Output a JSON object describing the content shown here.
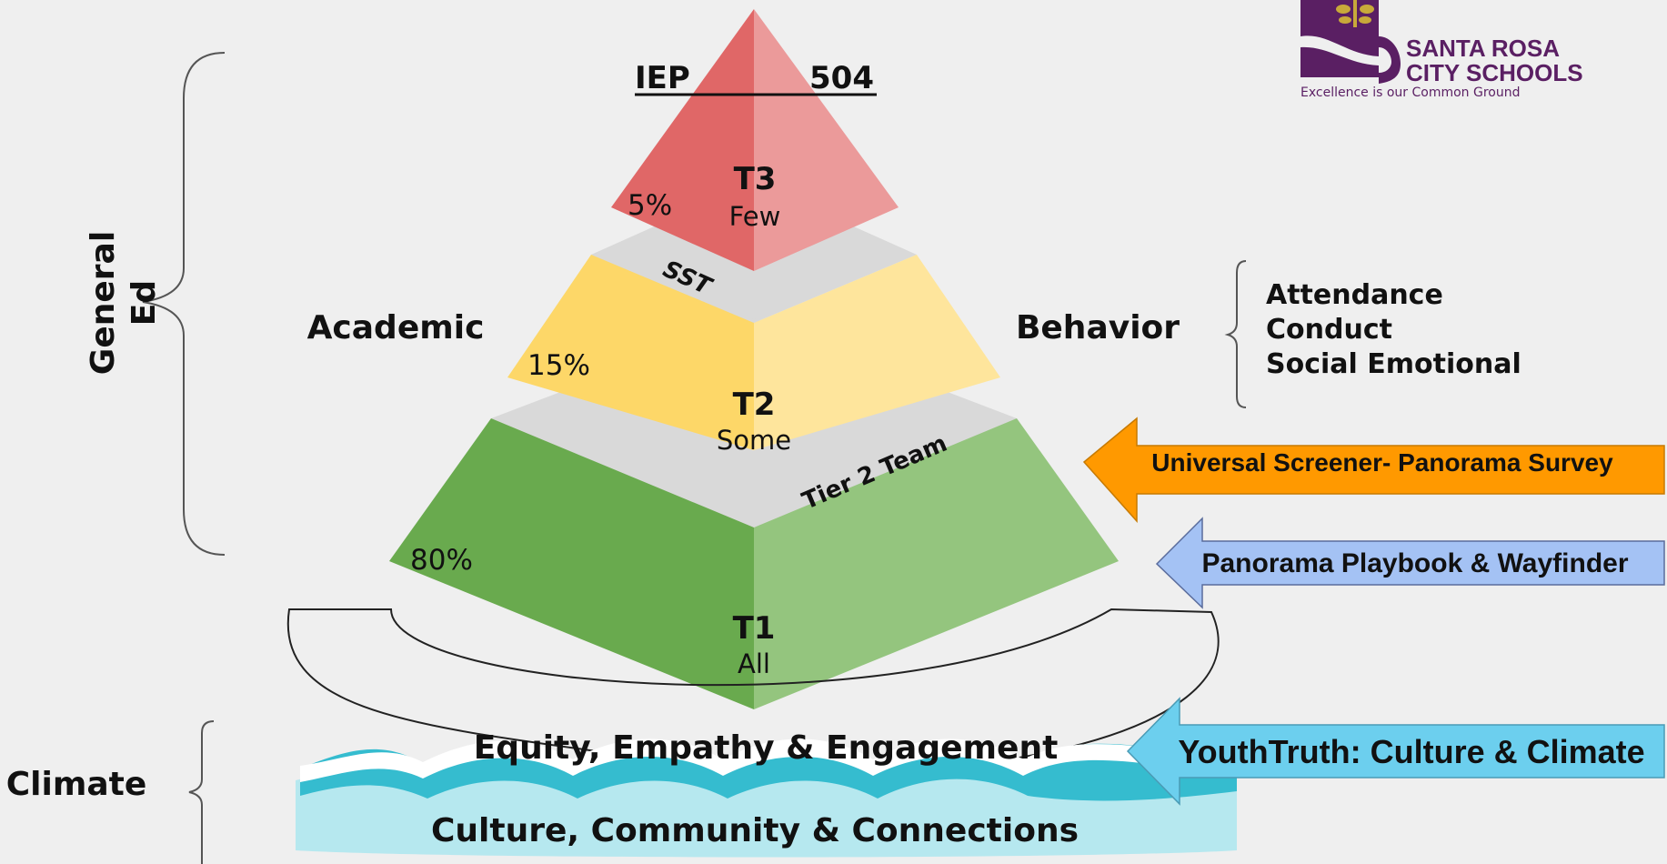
{
  "colors": {
    "background": "#efefef",
    "tier3_left": "#e06767",
    "tier3_right": "#eb9a9a",
    "tier2_left": "#fdd768",
    "tier2_right": "#fee59c",
    "tier1_left": "#69aa4e",
    "tier1_right": "#94c57e",
    "gap_band": "#d9d9d9",
    "orange_arrow": "#ff9900",
    "blue_arrow": "#a4c2f4",
    "cyan_arrow": "#6ccfee",
    "wave_dark": "#35bccf",
    "wave_light": "#b6e8ef",
    "logo_purple": "#5a1f63",
    "logo_gold": "#c8a93a"
  },
  "pyramid": {
    "tier3": {
      "title": "T3",
      "subtitle": "Few",
      "percent": "5%"
    },
    "tier2": {
      "title": "T2",
      "subtitle": "Some",
      "percent": "15%"
    },
    "tier1": {
      "title": "T1",
      "subtitle": "All",
      "percent": "80%"
    },
    "band_upper_label": "SST",
    "band_lower_label": "Tier 2 Team",
    "top_left_label": "IEP",
    "top_right_label": "504"
  },
  "sides": {
    "left_label": "Academic",
    "right_label": "Behavior",
    "behavior_items": [
      "Attendance",
      "Conduct",
      "Social Emotional"
    ]
  },
  "general_ed": {
    "line1": "General",
    "line2": "Ed"
  },
  "climate": {
    "label": "Climate",
    "upper_text": "Equity, Empathy & Engagement",
    "lower_text": "Culture, Community & Connections"
  },
  "arrows": {
    "universal": "Universal Screener- Panorama Survey",
    "playbook": "Panorama Playbook & Wayfinder",
    "youthtruth": "YouthTruth: Culture & Climate"
  },
  "logo": {
    "line1": "SANTA ROSA",
    "line2": "CITY SCHOOLS",
    "tagline": "Excellence is our Common Ground"
  }
}
